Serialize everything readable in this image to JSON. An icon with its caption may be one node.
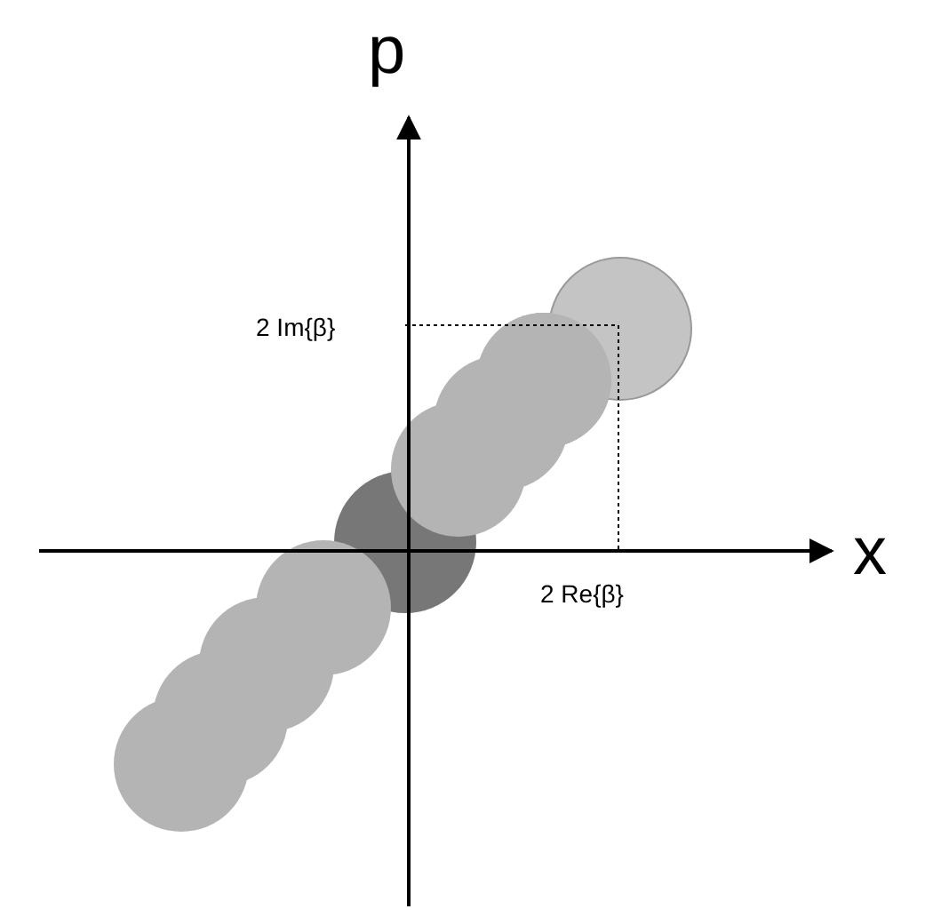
{
  "diagram": {
    "labels": [
      "p",
      "x",
      "2 Im{β}",
      "2 Re{β}"
    ]
  }
}
